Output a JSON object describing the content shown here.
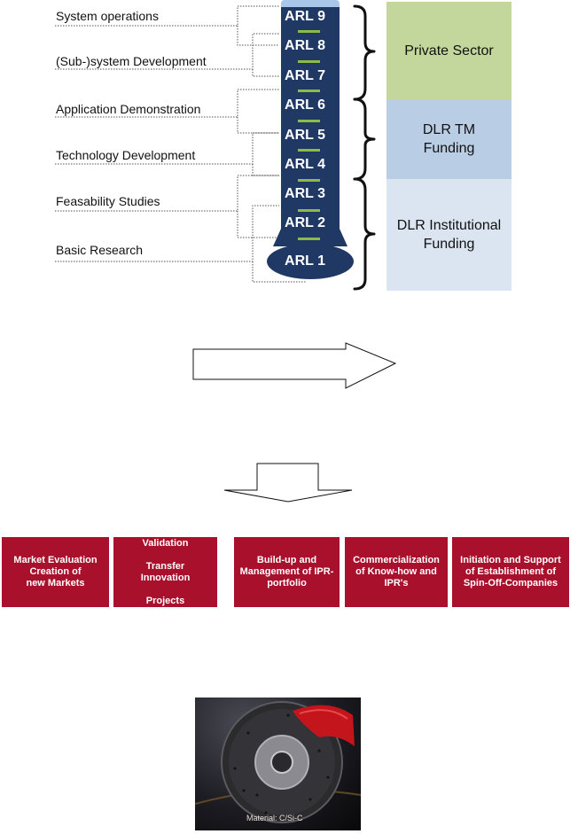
{
  "stages": [
    {
      "label": "System operations"
    },
    {
      "label": "(Sub-)system Development"
    },
    {
      "label": "Application Demonstration"
    },
    {
      "label": "Technology Development"
    },
    {
      "label": "Feasability Studies"
    },
    {
      "label": "Basic Research"
    }
  ],
  "arl_levels": [
    "ARL 9",
    "ARL 8",
    "ARL 7",
    "ARL 6",
    "ARL 5",
    "ARL 4",
    "ARL 3",
    "ARL 2",
    "ARL 1"
  ],
  "funding": [
    {
      "label": "Private Sector",
      "color": "#c3d69b"
    },
    {
      "label": "DLR TM\nFunding",
      "color": "#b9cde5"
    },
    {
      "label": "DLR Institutional\nFunding",
      "color": "#dbe5f1"
    }
  ],
  "activities": [
    {
      "label": "Market Evaluation\nCreation of\nnew Markets"
    },
    {
      "label": "Validation\n\nTransfer\nInnovation\n\nProjects"
    },
    {
      "label": "Build-up and\nManagement of IPR-\nportfolio"
    },
    {
      "label": "Commercialization\nof  Know-how and\nIPR's"
    },
    {
      "label": "Initiation and Support\nof Establishment of\nSpin-Off-Companies"
    }
  ],
  "photo": {
    "caption": "Material: C/Si-C"
  },
  "colors": {
    "column": "#1f3864",
    "column_top": "#a9c7e8",
    "separator": "#8dbb4a",
    "activity_red": "#a8102c"
  }
}
